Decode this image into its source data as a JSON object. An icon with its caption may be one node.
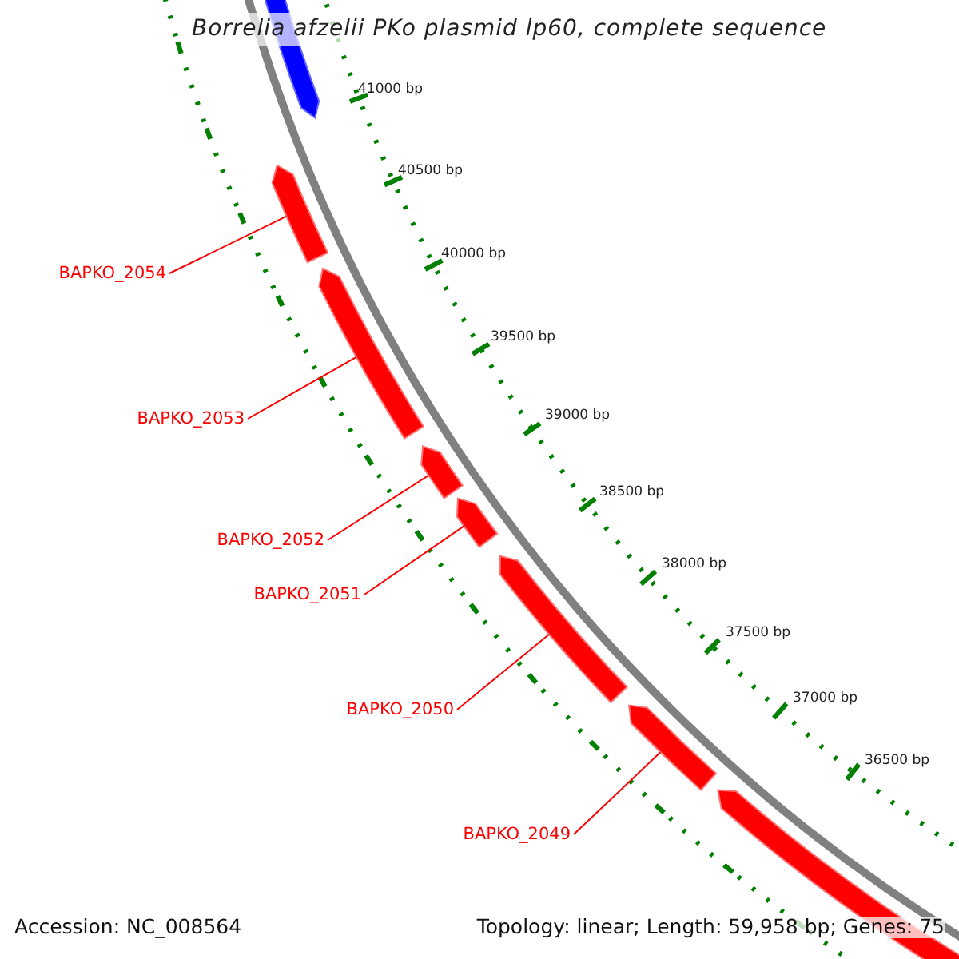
{
  "diagram": {
    "title": "Borrelia afzelii PKo plasmid lp60, complete sequence",
    "nodes": [
      {
        "text": [
          "BAPKO_2054"
        ]
      },
      {
        "text": [
          "BAPKO_2053"
        ]
      },
      {
        "text": [
          "BAPKO_2052"
        ]
      },
      {
        "text": [
          "BAPKO_2051"
        ]
      },
      {
        "text": [
          "BAPKO_2050"
        ]
      },
      {
        "text": [
          "BAPKO_2049"
        ]
      },
      {
        "text": [],
        "shape": "bar"
      },
      {
        "text": [],
        "shape": "bar"
      },
      {
        "text": [],
        "shape": "bar"
      },
      {
        "text": [],
        "shape": "bar"
      },
      {
        "text": [],
        "shape": "bar"
      },
      {
        "text": [],
        "shape": "bar"
      },
      {
        "text": [],
        "shape": "bar"
      },
      {
        "text": [],
        "shape": "bar"
      }
    ],
    "edges": [
      {
        "from": 0,
        "to": 7,
        "arrow": "none"
      },
      {
        "from": 1,
        "to": 8,
        "arrow": "none"
      },
      {
        "from": 2,
        "to": 9,
        "arrow": "none"
      },
      {
        "from": 3,
        "to": 10,
        "arrow": "none"
      },
      {
        "from": 4,
        "to": 11,
        "arrow": "none"
      },
      {
        "from": 5,
        "to": 12,
        "arrow": "none"
      }
    ],
    "labels": [
      "41000 bp",
      "40500 bp",
      "40000 bp",
      "39500 bp",
      "39000 bp",
      "38500 bp",
      "38000 bp",
      "37500 bp",
      "37000 bp",
      "36500 bp",
      "Accession: NC_008564",
      "Topology: linear; Length: 59,958 bp; Genes: 75"
    ]
  }
}
